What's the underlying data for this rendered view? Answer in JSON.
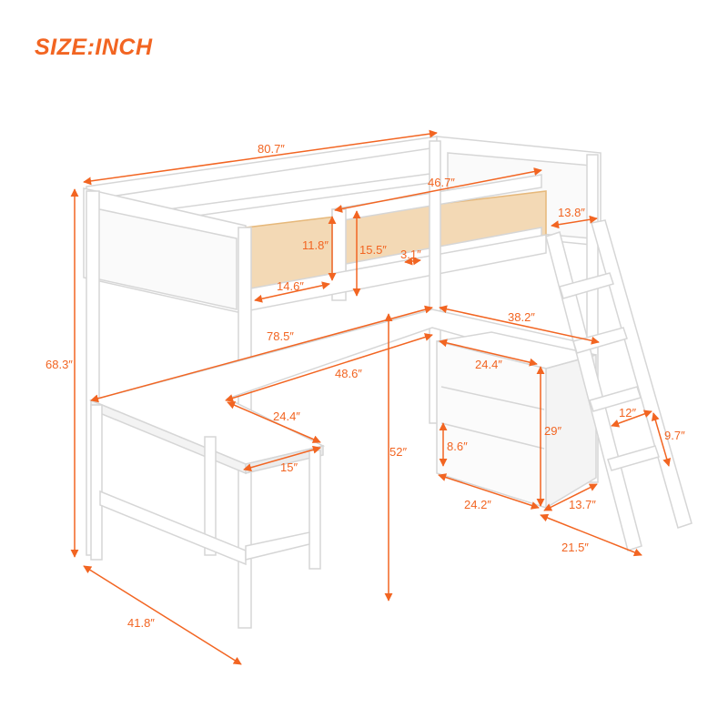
{
  "title": "SIZE:INCH",
  "colors": {
    "accent": "#f26522",
    "frame": "#ffffff",
    "frame_stroke": "#d9d9d9",
    "slats": "#f0c890",
    "background": "#ffffff"
  },
  "product": "Loft bed with L-shaped desk, storage shelf and ladder",
  "dimensions": {
    "overall_length": "80.7″",
    "overall_height": "68.3″",
    "overall_width": "41.8″",
    "bed_inner_length": "46.7″",
    "guardrail_gap": "14.6″",
    "guardrail_height_inner": "11.8″",
    "guardrail_height_outer": "15.5″",
    "slat_gap": "3.1″",
    "ladder_width": "13.8″",
    "desk_length": "78.5″",
    "desk_side_length": "38.2″",
    "desk_inner_length": "48.6″",
    "desk_depth": "24.4″",
    "desk_end_width": "15″",
    "under_bed_clearance": "52″",
    "shelf_top_width": "24.4″",
    "shelf_height": "29″",
    "shelf_compartment_height": "8.6″",
    "shelf_width": "24.2″",
    "shelf_depth": "13.7″",
    "ladder_footprint": "21.5″",
    "ladder_rung_width": "12″",
    "ladder_rung_spacing": "9.7″"
  }
}
